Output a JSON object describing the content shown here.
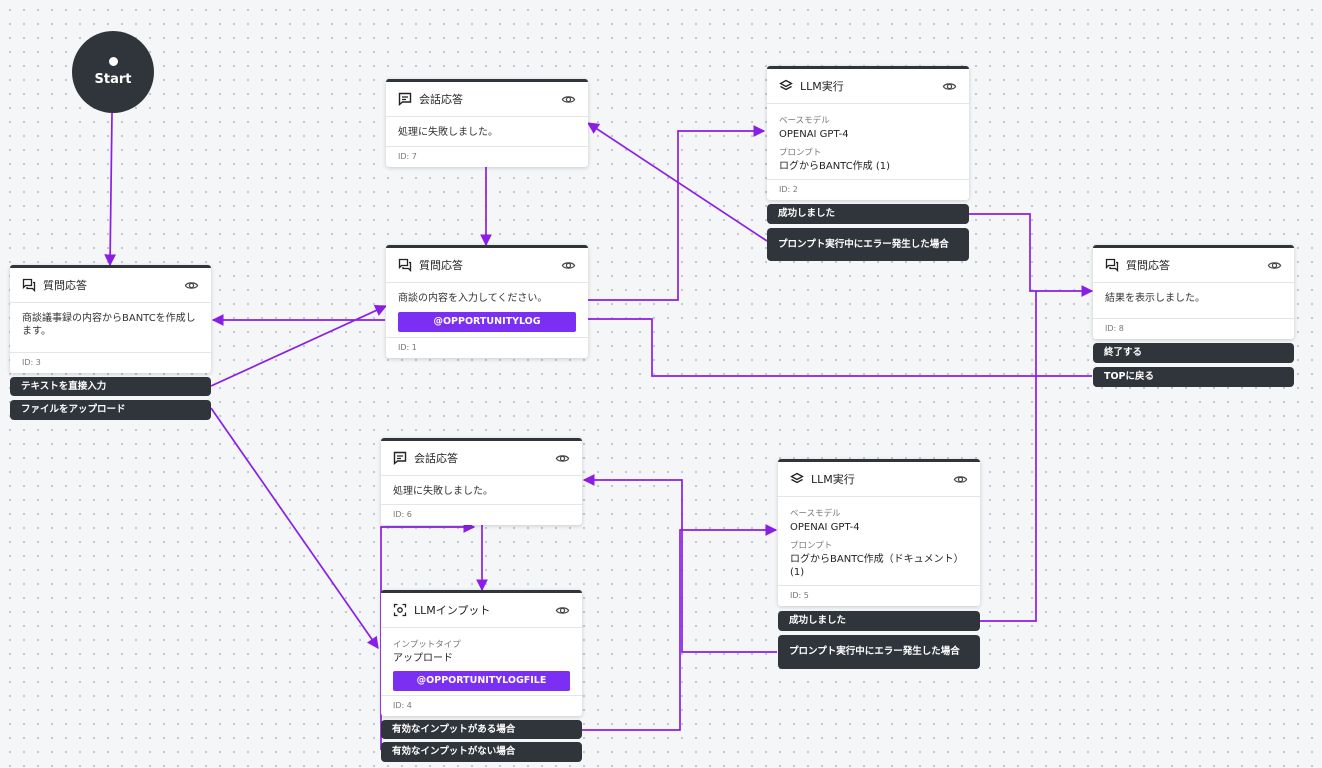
{
  "start": {
    "label": "Start"
  },
  "nodes": {
    "n7": {
      "title": "会話応答",
      "text": "処理に失敗しました。",
      "id": "ID: 7"
    },
    "n2": {
      "title": "LLM実行",
      "model_label": "ベースモデル",
      "model": "OPENAI GPT-4",
      "prompt_label": "プロンプト",
      "prompt": "ログからBANTC作成 (1)",
      "id": "ID: 2",
      "out_success": "成功しました",
      "out_error": "プロンプト実行中にエラー発生した場合"
    },
    "n1": {
      "title": "質問応答",
      "text": "商談の内容を入力してください。",
      "variable": "@OPPORTUNITYLOG",
      "id": "ID: 1"
    },
    "n3": {
      "title": "質問応答",
      "text": "商談議事録の内容からBANTCを作成します。",
      "id": "ID: 3",
      "choice_1": "テキストを直接入力",
      "choice_2": "ファイルをアップロード"
    },
    "n8": {
      "title": "質問応答",
      "text": "結果を表示しました。",
      "id": "ID: 8",
      "choice_1": "終了する",
      "choice_2": "TOPに戻る"
    },
    "n6": {
      "title": "会話応答",
      "text": "処理に失敗しました。",
      "id": "ID: 6"
    },
    "n5": {
      "title": "LLM実行",
      "model_label": "ベースモデル",
      "model": "OPENAI GPT-4",
      "prompt_label": "プロンプト",
      "prompt": "ログからBANTC作成（ドキュメント）(1)",
      "id": "ID: 5",
      "out_success": "成功しました",
      "out_error": "プロンプト実行中にエラー発生した場合"
    },
    "n4": {
      "title": "LLMインプット",
      "type_label": "インプットタイプ",
      "type": "アップロード",
      "variable": "@OPPORTUNITYLOGFILE",
      "id": "ID: 4",
      "out_valid": "有効なインプットがある場合",
      "out_invalid": "有効なインプットがない場合"
    }
  },
  "colors": {
    "edge": "#8b1ee6",
    "node_dark": "#30343b",
    "variable": "#7b2ff2"
  }
}
